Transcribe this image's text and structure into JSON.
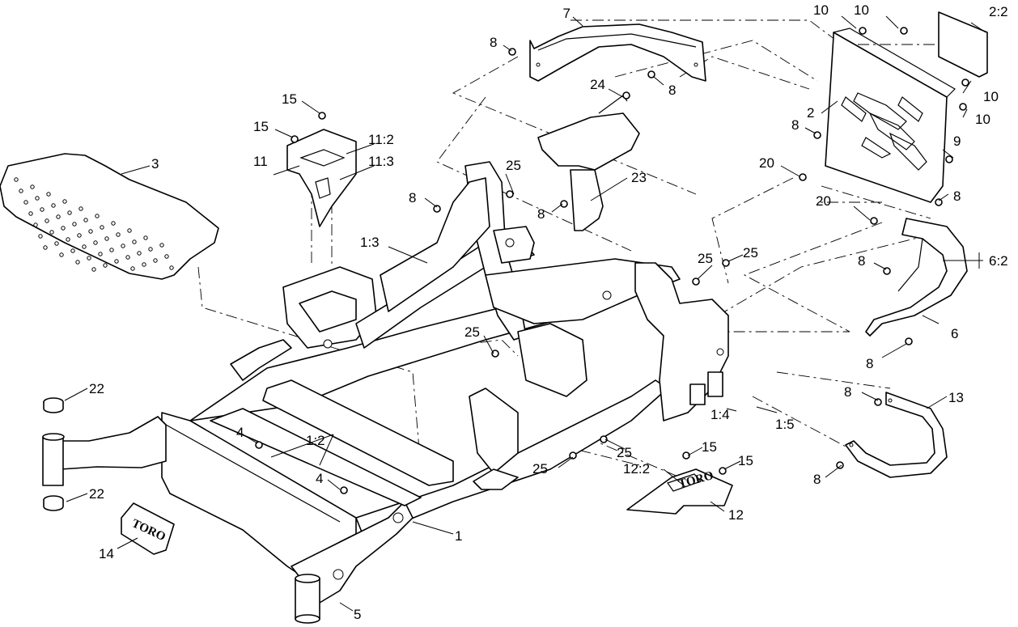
{
  "callouts": {
    "c7": "7",
    "c8a": "8",
    "c8b": "8",
    "c24": "24",
    "c10a": "10",
    "c10b": "10",
    "c22top": "2:2",
    "c10c": "10",
    "c2": "2",
    "c10d": "10",
    "c8c": "8",
    "c9": "9",
    "c20a": "20",
    "c8d": "8",
    "c20b": "20",
    "c15a": "15",
    "c15b": "15",
    "c11_2": "11:2",
    "c11": "11",
    "c11_3": "11:3",
    "c3": "3",
    "c25a": "25",
    "c8e": "8",
    "c23": "23",
    "c8f": "8",
    "c1_3": "1:3",
    "c25b": "25",
    "c25c": "25",
    "c8g": "8",
    "c6_2": "6:2",
    "c25d": "25",
    "c6": "6",
    "c8h": "8",
    "c22a": "22",
    "c4a": "4",
    "c1_2": "1:2",
    "c8i": "8",
    "c13": "13",
    "c1_4": "1:4",
    "c1_5": "1:5",
    "c25e": "25",
    "c15c": "15",
    "c15d": "15",
    "c25f": "25",
    "c12_2": "12:2",
    "c8j": "8",
    "c4b": "4",
    "c22b": "22",
    "c12": "12",
    "c1": "1",
    "c14": "14",
    "c5": "5"
  },
  "logo_text": "TORO",
  "decal_text": "TORO"
}
